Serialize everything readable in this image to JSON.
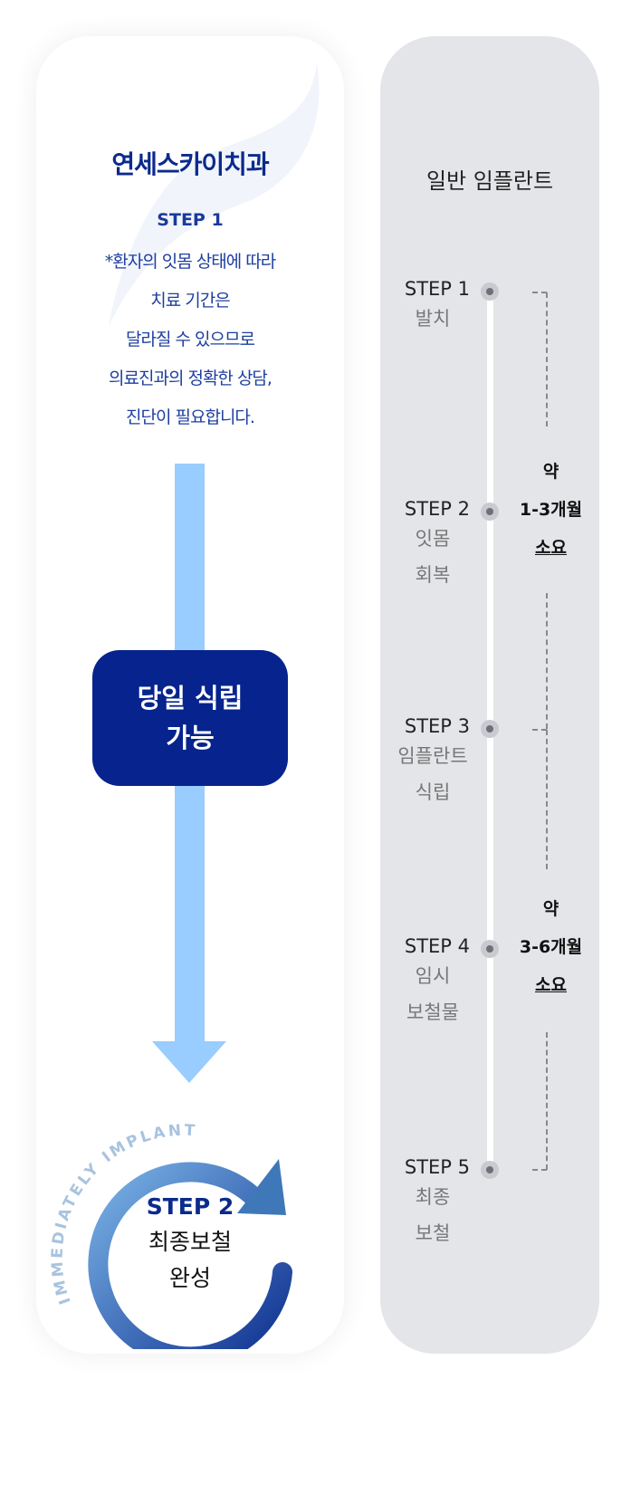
{
  "left": {
    "title": "연세스카이치과",
    "step1": "STEP 1",
    "note": [
      "*환자의 잇몸 상태에 따라",
      "치료 기간은",
      "달라질 수 있으므로",
      "의료진과의 정확한 상담,",
      "진단이 필요합니다."
    ],
    "badge": [
      "당일 식립",
      "가능"
    ],
    "arc_text": "IMMEDIATELY IMPLANT",
    "step2": "STEP 2",
    "step2_desc": [
      "최종보철",
      "완성"
    ]
  },
  "right": {
    "title": "일반 임플란트",
    "steps": [
      {
        "label": "STEP 1",
        "desc": [
          "발치"
        ]
      },
      {
        "label": "STEP 2",
        "desc": [
          "잇몸",
          "회복"
        ]
      },
      {
        "label": "STEP 3",
        "desc": [
          "임플란트",
          "식립"
        ]
      },
      {
        "label": "STEP 4",
        "desc": [
          "임시",
          "보철물"
        ]
      },
      {
        "label": "STEP 5",
        "desc": [
          "최종",
          "보철"
        ]
      }
    ],
    "durations": [
      {
        "a": "약",
        "b": "1-3개월",
        "c": "소요"
      },
      {
        "a": "약",
        "b": "3-6개월",
        "c": "소요"
      }
    ]
  },
  "colors": {
    "navy": "#06238e",
    "arrow": "#99ccff",
    "panel": "#e4e5e9"
  }
}
